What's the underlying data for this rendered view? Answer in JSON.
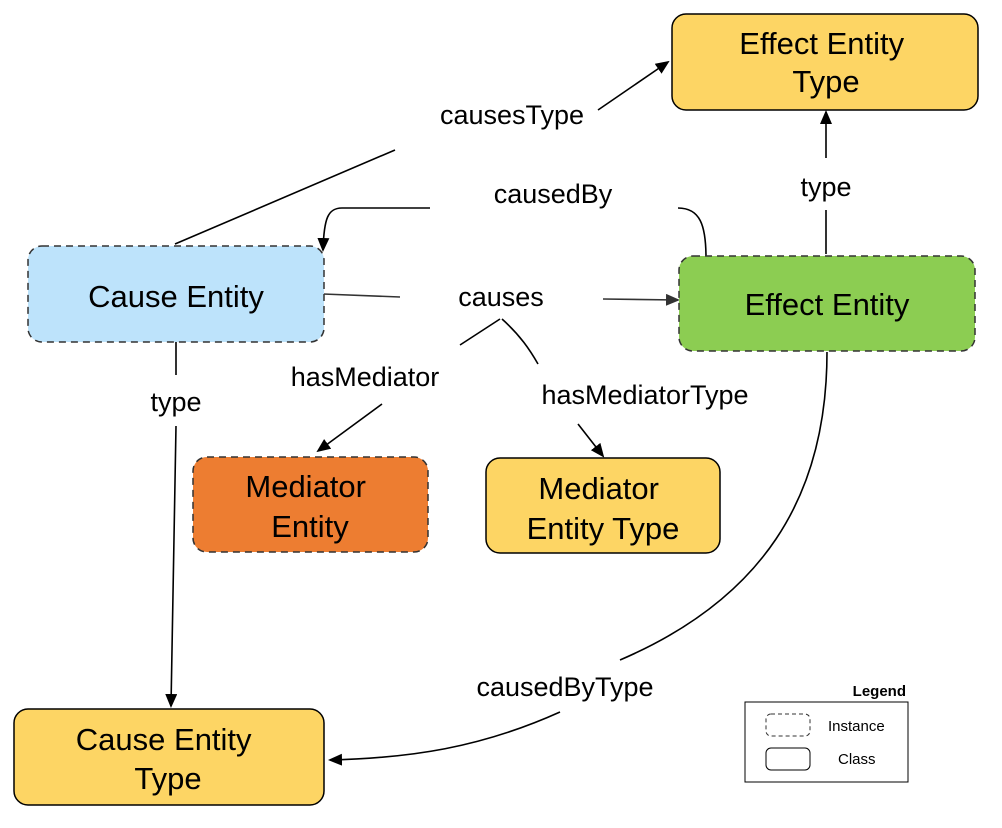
{
  "nodes": {
    "cause_entity": {
      "lines": [
        "Cause Entity"
      ],
      "kind": "instance",
      "fill": "#bde3fb"
    },
    "effect_entity": {
      "lines": [
        "Effect Entity"
      ],
      "kind": "instance",
      "fill": "#8ccd52"
    },
    "effect_entity_type": {
      "lines": [
        "Effect Entity",
        "Type"
      ],
      "kind": "class",
      "fill": "#fdd564"
    },
    "cause_entity_type": {
      "lines": [
        "Cause Entity",
        "Type"
      ],
      "kind": "class",
      "fill": "#fdd564"
    },
    "mediator_entity": {
      "lines": [
        "Mediator",
        "Entity"
      ],
      "kind": "instance",
      "fill": "#ed7d31"
    },
    "mediator_entity_type": {
      "lines": [
        "Mediator",
        "Entity Type"
      ],
      "kind": "class",
      "fill": "#fdd564"
    }
  },
  "edges": {
    "causes_type": "causesType",
    "caused_by": "causedBy",
    "type_effect": "type",
    "causes": "causes",
    "has_mediator": "hasMediator",
    "has_mediator_type": "hasMediatorType",
    "type_cause": "type",
    "caused_by_type": "causedByType"
  },
  "legend": {
    "title": "Legend",
    "instance": "Instance",
    "class": "Class"
  }
}
